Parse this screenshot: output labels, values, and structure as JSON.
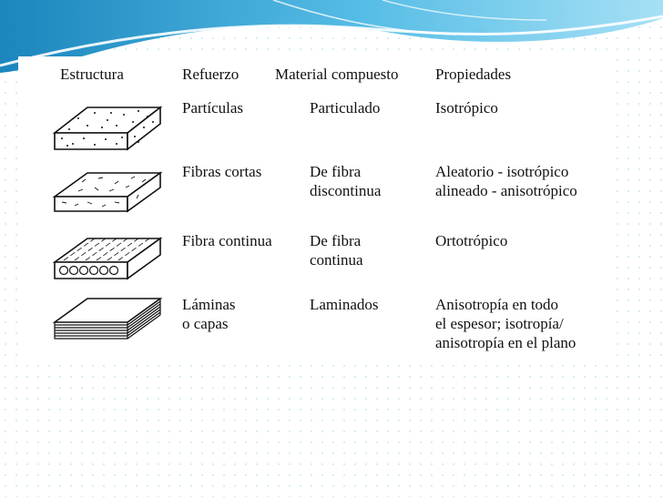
{
  "headers": {
    "estructura": "Estructura",
    "refuerzo": "Refuerzo",
    "material": "Material compuesto",
    "propiedades": "Propiedades"
  },
  "rows": [
    {
      "structure_icon": "particle-block-icon",
      "refuerzo": [
        "Partículas"
      ],
      "material": [
        "Particulado"
      ],
      "propiedades": [
        "Isotrópico"
      ]
    },
    {
      "structure_icon": "short-fiber-block-icon",
      "refuerzo": [
        "Fibras cortas"
      ],
      "material": [
        "De fibra",
        "discontinua"
      ],
      "propiedades": [
        "Aleatorio - isotrópico",
        "alineado - anisotrópico"
      ]
    },
    {
      "structure_icon": "continuous-fiber-block-icon",
      "refuerzo": [
        "Fibra continua"
      ],
      "material": [
        "De fibra",
        "continua"
      ],
      "propiedades": [
        "Ortotrópico"
      ]
    },
    {
      "structure_icon": "laminate-stack-icon",
      "refuerzo": [
        "Láminas",
        "o capas"
      ],
      "material": [
        "Laminados"
      ],
      "propiedades": [
        "Anisotropía en todo",
        "el espesor; isotropía/",
        "anisotropía en el plano"
      ]
    }
  ],
  "colors": {
    "banner_dark": "#1f8fc4",
    "banner_light": "#7fd0ef",
    "dots": "#d6ecf4"
  }
}
